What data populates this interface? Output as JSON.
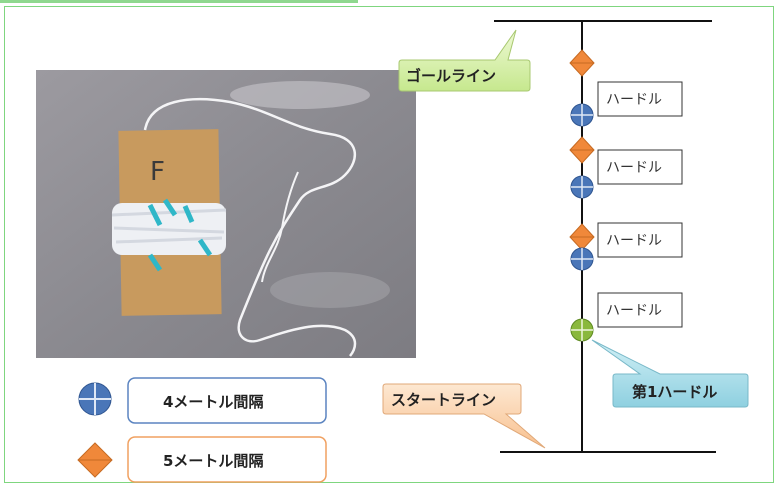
{
  "diagram": {
    "goal_label": "ゴールライン",
    "start_label": "スタートライン",
    "first_hurdle_label": "第1ハードル",
    "hurdles": [
      {
        "label": "ハードル"
      },
      {
        "label": "ハードル"
      },
      {
        "label": "ハードル"
      },
      {
        "label": "ハードル"
      }
    ]
  },
  "legend": [
    {
      "label": "4メートル間隔",
      "icon": "blue-circle-cross-icon",
      "color": "#4a76b8"
    },
    {
      "label": "5メートル間隔",
      "icon": "orange-diamond-icon",
      "color": "#f0883a"
    }
  ],
  "photo": {
    "board_letter": "F"
  },
  "colors": {
    "goal_callout": "#d6f0a8",
    "start_callout": "#fbd6b0",
    "first_hurdle_callout": "#a9dde8",
    "blue_marker": "#4a76b8",
    "orange_marker": "#f0883a",
    "green_marker": "#8ab83c"
  }
}
